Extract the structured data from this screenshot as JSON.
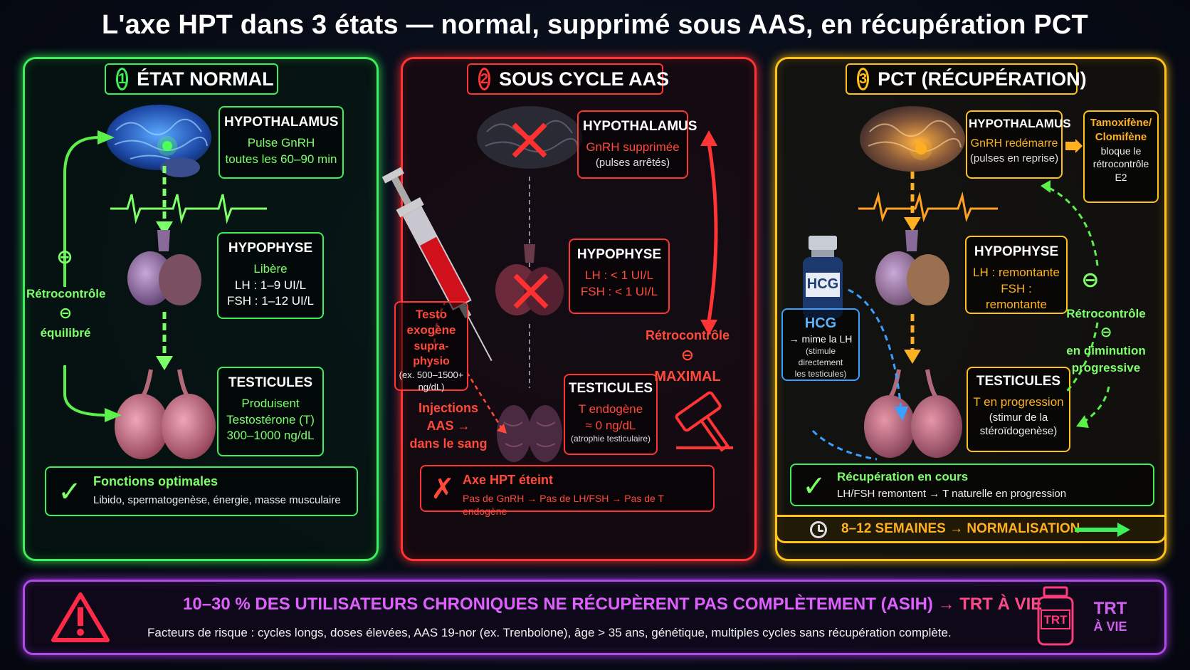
{
  "title": "L'axe HPT dans 3 états — normal, supprimé sous AAS, en récupération PCT",
  "colors": {
    "normal": "#3df05a",
    "aas": "#ff3434",
    "pct": "#ffc21a",
    "hcg": "#3aa0ff",
    "banner": "#b04ae8"
  },
  "panel1": {
    "number": "1",
    "title": "ÉTAT NORMAL",
    "hypothalamus": {
      "heading": "HYPOTHALAMUS",
      "line1": "Pulse GnRH",
      "line2": "toutes les 60–90 min"
    },
    "hypophyse": {
      "heading": "HYPOPHYSE",
      "line1": "Libère",
      "line2": "LH : 1–9 UI/L",
      "line3": "FSH : 1–12 UI/L"
    },
    "testicules": {
      "heading": "TESTICULES",
      "line1": "Produisent",
      "line2": "Testostérone (T)",
      "line3": "300–1000 ng/dL"
    },
    "feedback": {
      "line1": "Rétrocontrôle",
      "symbol": "⊖",
      "line2": "équilibré"
    },
    "result": {
      "icon": "check-icon",
      "title": "Fonctions optimales",
      "detail": "Libido, spermatogenèse, énergie, masse musculaire"
    }
  },
  "panel2": {
    "number": "2",
    "title": "SOUS CYCLE AAS",
    "hypothalamus": {
      "heading": "HYPOTHALAMUS",
      "line1": "GnRH supprimée",
      "line2": "(pulses arrêtés)"
    },
    "hypophyse": {
      "heading": "HYPOPHYSE",
      "line1": "LH : < 1 UI/L",
      "line2": "FSH : < 1 UI/L"
    },
    "testicules": {
      "heading": "TESTICULES",
      "line1": "T endogène",
      "line2": "≈ 0 ng/dL",
      "line3": "(atrophie testiculaire)"
    },
    "exogenous": {
      "line1": "Testo",
      "line2": "exogène",
      "line3": "supra-physio",
      "line4": "(ex. 500–1500+",
      "line5": "ng/dL)"
    },
    "injections": {
      "line1": "Injections",
      "line2": "AAS",
      "arrow": "→",
      "line3": "dans le sang"
    },
    "feedback": {
      "line1": "Rétrocontrôle",
      "symbol": "⊖",
      "line2": "MAXIMAL"
    },
    "result": {
      "icon": "cross-icon",
      "title": "Axe HPT éteint",
      "detail": "Pas de GnRH → Pas de LH/FSH → Pas de T endogène"
    }
  },
  "panel3": {
    "number": "3",
    "title": "PCT (RÉCUPÉRATION)",
    "hypothalamus": {
      "heading": "HYPOTHALAMUS",
      "line1": "GnRH redémarre",
      "line2": "(pulses en reprise)"
    },
    "serm": {
      "line1": "Tamoxifène/",
      "line2": "Clomifène",
      "line3": "bloque le",
      "line4": "rétrocontrôle",
      "line5": "E2"
    },
    "hypophyse": {
      "heading": "HYPOPHYSE",
      "line1": "LH : remontante",
      "line2": "FSH : remontante"
    },
    "hcg": {
      "vial_label": "HCG",
      "heading": "HCG",
      "line1": "→ mime la LH",
      "line2": "(stimule directement",
      "line3": "les testicules)"
    },
    "testicules": {
      "heading": "TESTICULES",
      "line1": "T en progression",
      "line2": "(stimur de la",
      "line3": "stéroïdogenèse)"
    },
    "feedback": {
      "line1": "Rétrocontrôle",
      "symbol": "⊖",
      "line2": "en diminution",
      "line3": "progressive"
    },
    "result": {
      "icon": "check-icon",
      "title": "Récupération en cours",
      "detail": "LH/FSH remontent → T naturelle en progression"
    },
    "timeline": {
      "icon": "clock-icon",
      "text": "8–12 SEMAINES → NORMALISATION"
    }
  },
  "banner": {
    "icon": "warning-icon",
    "headline": "10–30 % DES UTILISATEURS CHRONIQUES NE RÉCUPÈRENT PAS COMPLÈTEMENT (ASIH)",
    "arrow": "→",
    "headline_tail": "TRT À VIE",
    "detail": "Facteurs de risque : cycles longs, doses élevées, AAS 19-nor (ex. Trenbolone), âge > 35 ans, génétique, multiples cycles sans récupération complète.",
    "vial_label": "TRT",
    "side_line1": "TRT",
    "side_line2": "À VIE"
  }
}
